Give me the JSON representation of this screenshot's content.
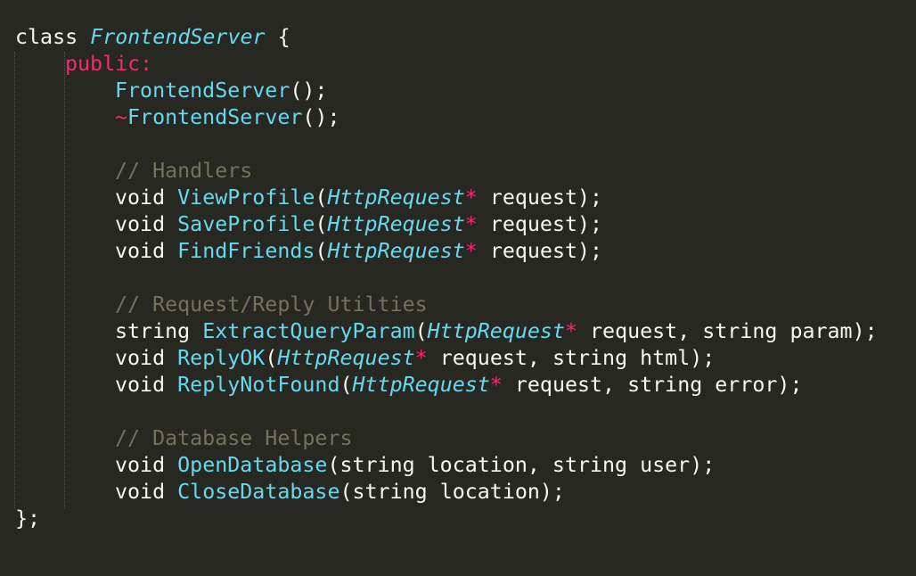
{
  "colors": {
    "background": "#272822",
    "foreground": "#f8f8f2",
    "keyword_accent": "#f92672",
    "function_name": "#66d9ef",
    "comment": "#75715e",
    "indent_guide": "#56574f"
  },
  "code": {
    "class_decl": {
      "keyword": "class",
      "name": "FrontendServer",
      "brace": "{"
    },
    "access": "public:",
    "constructor": {
      "name": "FrontendServer",
      "rest": "();"
    },
    "destructor": {
      "tilde": "~",
      "name": "FrontendServer",
      "rest": "();"
    },
    "comments": {
      "handlers": "// Handlers",
      "utilities": "// Request/Reply Utilties",
      "database": "// Database Helpers"
    },
    "view_profile": {
      "ret": "void",
      "name": "ViewProfile",
      "open": "(",
      "ptype": "HttpRequest",
      "star": "*",
      "rest": " request);"
    },
    "save_profile": {
      "ret": "void",
      "name": "SaveProfile",
      "open": "(",
      "ptype": "HttpRequest",
      "star": "*",
      "rest": " request);"
    },
    "find_friends": {
      "ret": "void",
      "name": "FindFriends",
      "open": "(",
      "ptype": "HttpRequest",
      "star": "*",
      "rest": " request);"
    },
    "extract_query_param": {
      "ret": "string",
      "name": "ExtractQueryParam",
      "open": "(",
      "ptype": "HttpRequest",
      "star": "*",
      "rest": " request, string param);"
    },
    "reply_ok": {
      "ret": "void",
      "name": "ReplyOK",
      "open": "(",
      "ptype": "HttpRequest",
      "star": "*",
      "rest": " request, string html);"
    },
    "reply_not_found": {
      "ret": "void",
      "name": "ReplyNotFound",
      "open": "(",
      "ptype": "HttpRequest",
      "star": "*",
      "rest": " request, string error);"
    },
    "open_database": {
      "ret": "void",
      "name": "OpenDatabase",
      "rest": "(string location, string user);"
    },
    "close_database": {
      "ret": "void",
      "name": "CloseDatabase",
      "rest": "(string location);"
    },
    "class_end": "};"
  }
}
